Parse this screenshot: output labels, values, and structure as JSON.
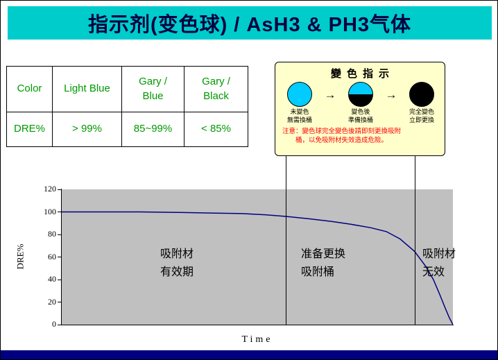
{
  "title_bar": {
    "text": "指示剂(变色球) / AsH3 & PH3气体",
    "bg_color": "#00CCCC"
  },
  "table": {
    "rows": [
      [
        "Color",
        "Light Blue",
        "Gary /\nBlue",
        "Gary /\nBlack"
      ],
      [
        "DRE%",
        "> 99%",
        "85~99%",
        "< 85%"
      ]
    ],
    "text_color": "#009900"
  },
  "legend": {
    "title": "變色指示",
    "arrow": "→",
    "bg_color": "#FFFFCC",
    "items": [
      {
        "state": "unchanged",
        "top_color": "#00CCFF",
        "bottom_color": "#00CCFF",
        "label": "未變色\n無需換桶"
      },
      {
        "state": "changing",
        "top_color": "#00CCFF",
        "bottom_color": "#000000",
        "label": "變色後\n準備換桶"
      },
      {
        "state": "changed",
        "top_color": "#000000",
        "bottom_color": "#000000",
        "label": "完全變色\n立即更換"
      }
    ],
    "note": "注意：變色球完全變色後請即刻更換吸附\n　　桶，以免吸附材失效造成危險。",
    "note_color": "#FF0000"
  },
  "chart_data": {
    "type": "line",
    "title": "",
    "xlabel": "Time",
    "ylabel": "DRE%",
    "ylim": [
      0,
      120
    ],
    "yticks": [
      0,
      20,
      40,
      60,
      80,
      100,
      120
    ],
    "grid": false,
    "plot_bg": "#C0C0C0",
    "line_color": "#000080",
    "x_frac": [
      0,
      0.1,
      0.2,
      0.3,
      0.38,
      0.46,
      0.52,
      0.573,
      0.63,
      0.69,
      0.74,
      0.79,
      0.83,
      0.865,
      0.902,
      0.93,
      0.95,
      0.966,
      0.98,
      0.991,
      1.0
    ],
    "y": [
      100,
      100,
      100,
      99.5,
      99,
      98.5,
      97.5,
      96,
      94,
      91.5,
      89,
      86,
      82.5,
      76,
      65,
      52,
      40,
      27,
      15,
      6,
      0
    ],
    "dividers_frac": [
      0.573,
      0.902
    ],
    "regions": [
      "吸附材\n有效期",
      "准备更换\n吸附桶",
      "吸附材\n无效"
    ]
  },
  "footer": {
    "bar_color": "#000080"
  }
}
